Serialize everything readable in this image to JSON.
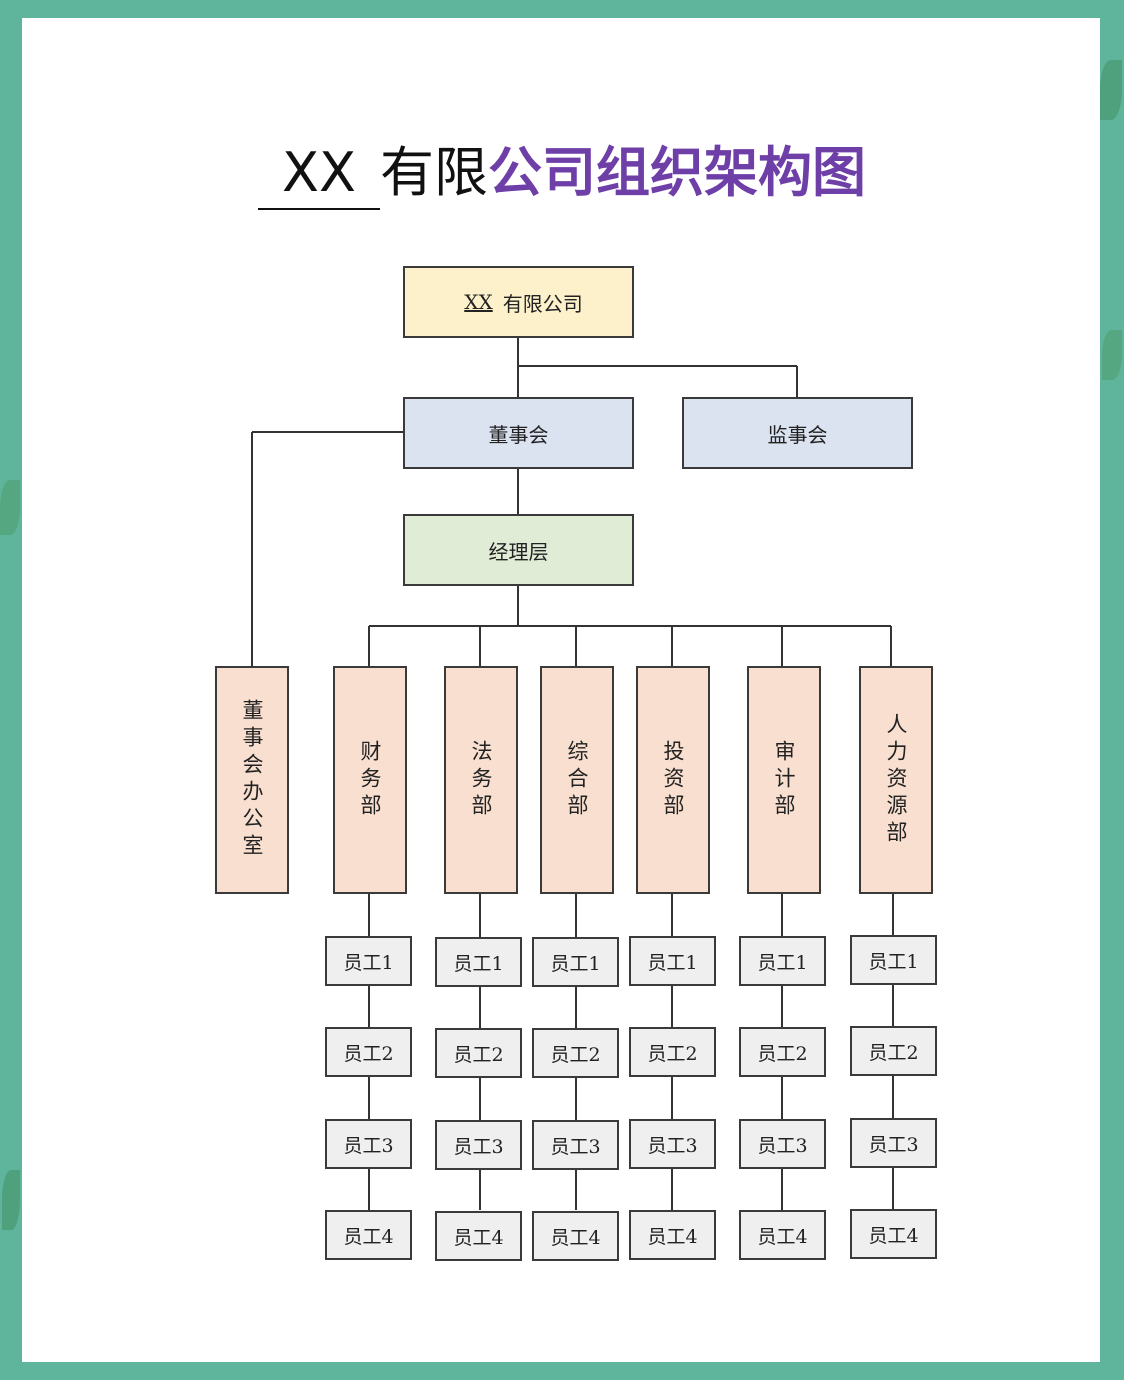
{
  "title": {
    "blank": "XX",
    "plain": "有限",
    "highlight": "公司组织架构图"
  },
  "company": {
    "prefix": "XX",
    "suffix": "有限公司"
  },
  "board": "董事会",
  "supervisors": "监事会",
  "management": "经理层",
  "board_office": "董事会办公室",
  "departments": [
    "财务部",
    "法务部",
    "综合部",
    "投资部",
    "审计部",
    "人力资源部"
  ],
  "employees": [
    "员工1",
    "员工2",
    "员工3",
    "员工4"
  ],
  "colors": {
    "background": "#5fb59c",
    "title_highlight": "#6f3fa8",
    "company_box": "#fdf1cc",
    "board_box": "#dbe3f1",
    "management_box": "#e1ecd7",
    "department_box": "#f8dfcf",
    "employee_box": "#efefef"
  }
}
